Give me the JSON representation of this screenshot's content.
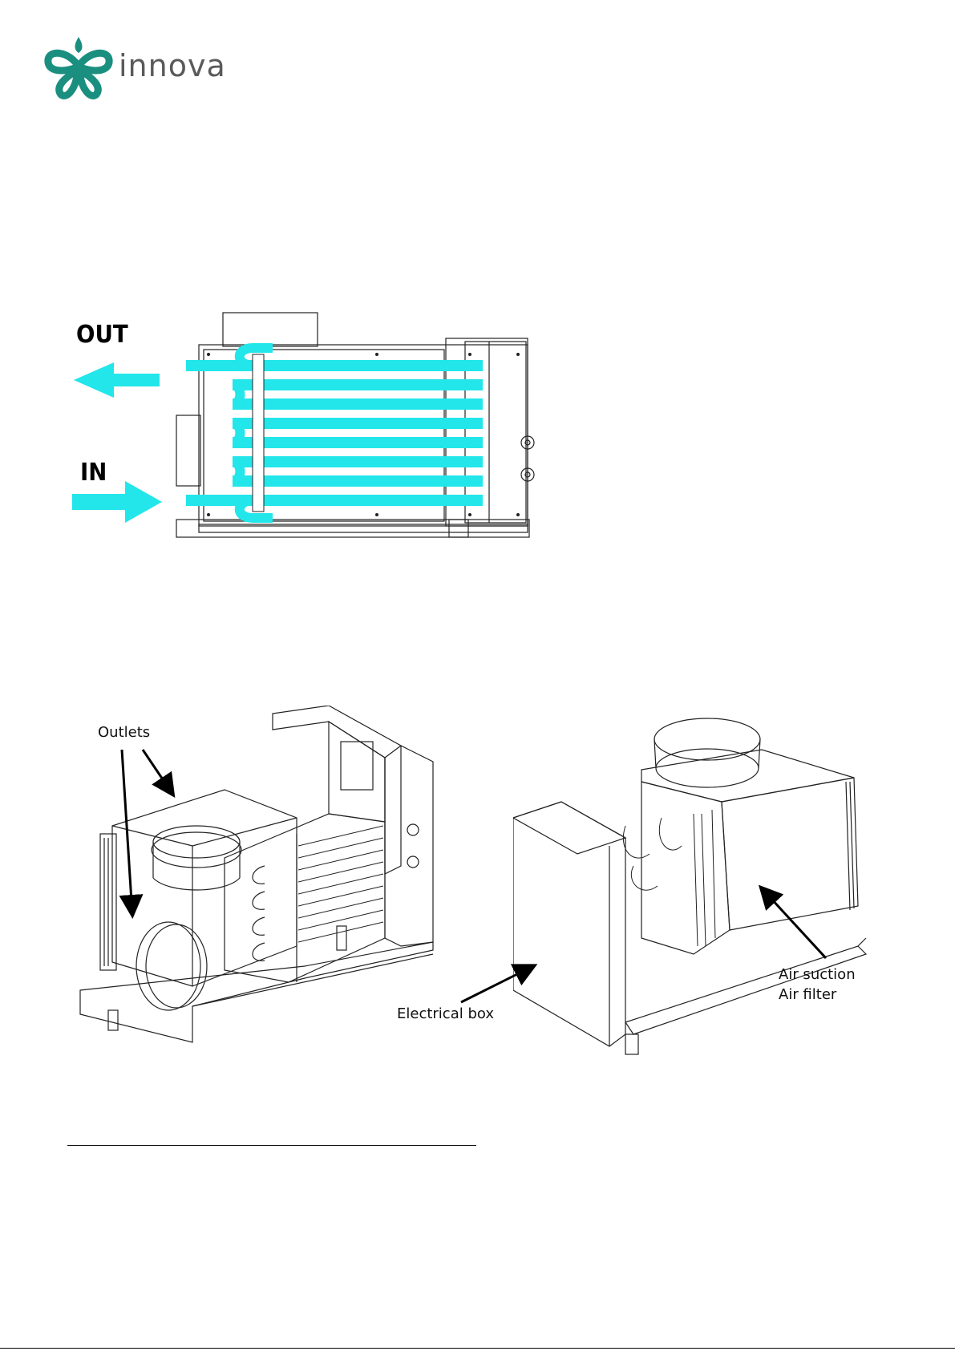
{
  "header": {
    "brand": "innova",
    "brand_color": "#1a8f80"
  },
  "coil_diagram": {
    "out_label": "OUT",
    "in_label": "IN",
    "water_color": "#22e6ea"
  },
  "callouts": {
    "outlets": "Outlets",
    "electrical_box": "Electrical box",
    "air_suction": "Air suction",
    "air_filter": "Air filter"
  }
}
